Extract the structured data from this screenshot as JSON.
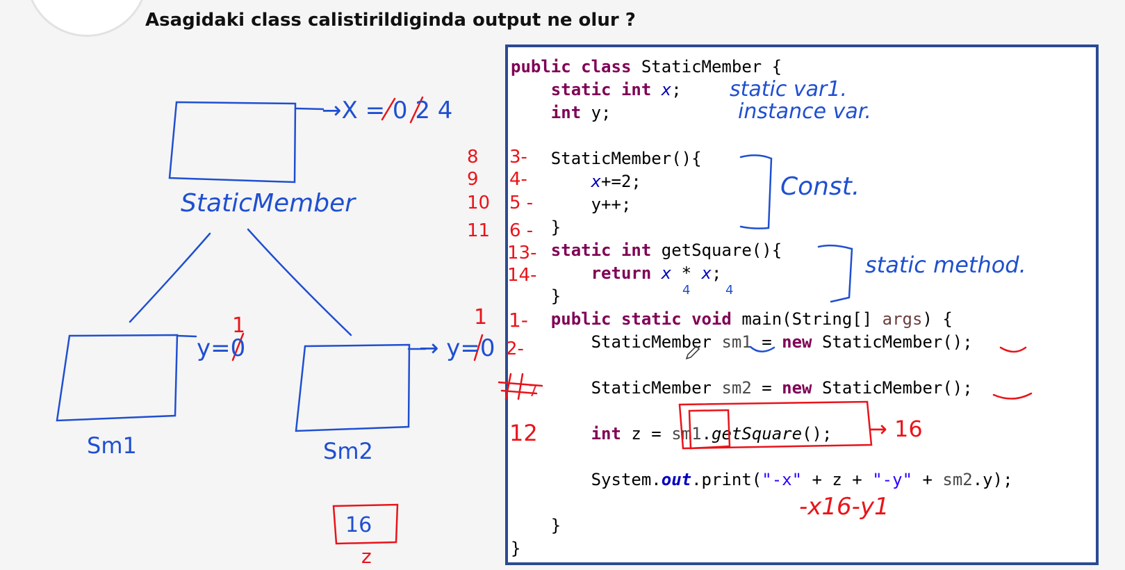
{
  "question": "Asagidaki class calistirildiginda output ne olur ?",
  "code": {
    "l1": {
      "kw": "public class",
      "rest": " StaticMember {"
    },
    "l2": {
      "kw": "static int",
      "var": "x",
      "rest": ";"
    },
    "l3": {
      "kw": "int",
      "rest": " y;"
    },
    "l4": {
      "text": "StaticMember(){"
    },
    "l5": {
      "var": "x",
      "rest": "+=2;"
    },
    "l6": {
      "text": "y++;"
    },
    "l7": {
      "text": "}"
    },
    "l8": {
      "kw": "static int",
      "rest": " getSquare(){"
    },
    "l9": {
      "kw": "return",
      "var1": "x",
      "op": " * ",
      "var2": "x",
      "rest": ";"
    },
    "l10": {
      "text": "}"
    },
    "l11": {
      "kw": "public static void",
      "rest": " main(String[] ",
      "param": "args",
      "tail": ") {"
    },
    "l12": {
      "pre": "StaticMember ",
      "local": "sm1",
      "eq": " = ",
      "kw": "new",
      "post": " StaticMember();"
    },
    "l13": {
      "pre": "StaticMember ",
      "local": "sm2",
      "eq": " = ",
      "kw": "new",
      "post": " StaticMember();"
    },
    "l14": {
      "kw": "int",
      "pre": " z = ",
      "local": "sm1",
      "dot": ".",
      "method": "getSquare",
      "post": "();"
    },
    "l15": {
      "pre": "System.",
      "out": "out",
      "mid": ".print(",
      "s1": "\"-x\"",
      "p1": " + z + ",
      "s2": "\"-y\"",
      "p2": " + ",
      "local": "sm2",
      "post": ".y);"
    },
    "l16": {
      "text": "}"
    },
    "l17": {
      "text": "}"
    }
  },
  "annotations": {
    "static_var": "static var1.",
    "instance_var": "instance var.",
    "const": "Const.",
    "static_method": "static method.",
    "square_result": "→ 16",
    "output": "-x16-y1",
    "sq_under_1": "4",
    "sq_under_2": "4"
  },
  "step_numbers": {
    "steps_left": [
      "8",
      "9",
      "10",
      "11"
    ],
    "steps_right": [
      "3-",
      "4-",
      "5 -",
      "6 -",
      "13-",
      "14-",
      "1-",
      "2-",
      "7",
      "12"
    ]
  },
  "diagram": {
    "class_label": "StaticMember",
    "x_label": "→X = 0 2 4",
    "sm1_label": "Sm1",
    "sm2_label": "Sm2",
    "y1_label": "y=0",
    "y1_new": "1",
    "y2_label": "→ y=0",
    "y2_new": "1",
    "z_value": "16",
    "z_label": "z"
  },
  "colors": {
    "blue_ink": "#1f4fd1",
    "red_ink": "#e8141a",
    "panel_border": "#2c4a93",
    "keyword": "#7f0055"
  }
}
